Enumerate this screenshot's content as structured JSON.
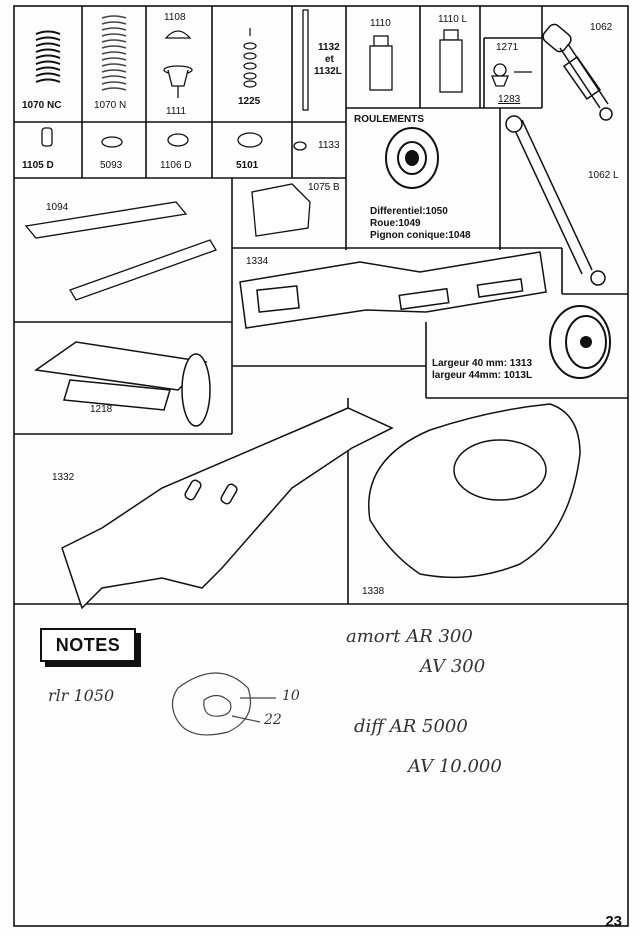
{
  "parts": {
    "p1070nc": "1070 NC",
    "p1070n": "1070 N",
    "p1108": "1108",
    "p1111": "1111",
    "p1225": "1225",
    "p1132": "1132",
    "p1132_et": "et",
    "p1132l": "1132L",
    "p1110": "1110",
    "p1110l": "1110 L",
    "p1271": "1271",
    "p1283": "1283",
    "p1062": "1062",
    "p1105d": "1105 D",
    "p5093": "5093",
    "p1106d": "1106 D",
    "p5101": "5101",
    "p1133": "1133",
    "p1062l": "1062 L",
    "p1094": "1094",
    "p1075b": "1075 B",
    "p1334": "1334",
    "p1218": "1218",
    "p1332": "1332",
    "p1338": "1338"
  },
  "bearings": {
    "title": "ROULEMENTS",
    "line1": "Differentiel:1050",
    "line2": "Roue:1049",
    "line3": "Pignon conique:1048"
  },
  "wheels": {
    "line1": "Largeur 40 mm: 1313",
    "line2": "largeur  44mm: 1013L"
  },
  "notes": {
    "title": "NOTES",
    "hand_left": "rlr 1050",
    "hand_10": "10",
    "hand_22": "22",
    "hand_amort": "amort AR  300",
    "hand_av1": "AV 300",
    "hand_diff": "diff AR  5000",
    "hand_av2": "AV 10.000"
  },
  "page_number": "23"
}
